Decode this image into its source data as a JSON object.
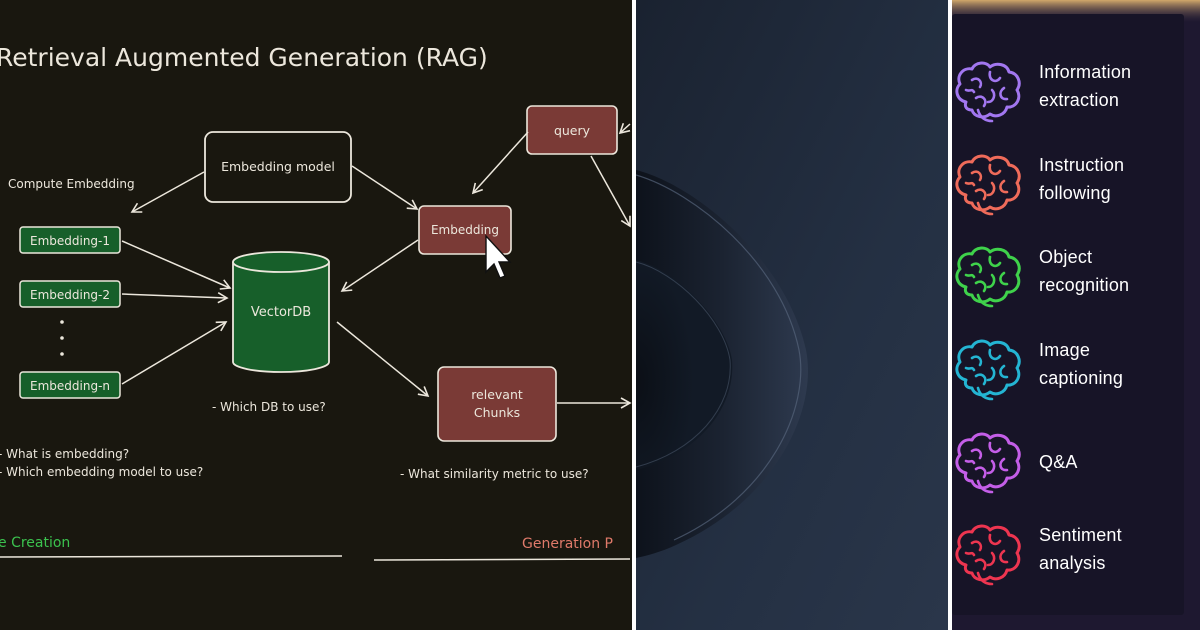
{
  "rag": {
    "title": "Retrieval Augmented Generation (RAG)",
    "compute_label": "Compute Embedding",
    "embedding_model": "Embedding model",
    "query": "query",
    "embedding": "Embedding",
    "embedding_1": "Embedding-1",
    "embedding_2": "Embedding-2",
    "embedding_n": "Embedding-n",
    "vectordb": "VectorDB",
    "relevant_line1": "relevant",
    "relevant_line2": "Chunks",
    "db_note": "- Which DB to use?",
    "q_embedding": "- What is embedding?",
    "q_model": "- Which embedding model to use?",
    "similarity_note": "- What similarity metric to use?",
    "creation_label": "e Creation",
    "generation_label": "Generation P",
    "colors": {
      "background": "#19170f",
      "chalk": "#ece7dc",
      "green": "#175f2a",
      "maroon": "#7a3a36"
    }
  },
  "tasks": {
    "items": [
      {
        "line1": "Information",
        "line2": "extraction",
        "icon": "brain-icon",
        "color": "#a277f0"
      },
      {
        "line1": "Instruction",
        "line2": "following",
        "icon": "brain-icon",
        "color": "#ef6b5a"
      },
      {
        "line1": "Object",
        "line2": "recognition",
        "icon": "brain-icon",
        "color": "#3fd24b"
      },
      {
        "line1": "Image",
        "line2": "captioning",
        "icon": "brain-icon",
        "color": "#24b5d3"
      },
      {
        "line1": "Q&A",
        "line2": "",
        "icon": "brain-icon",
        "color": "#c45ee8"
      },
      {
        "line1": "Sentiment",
        "line2": "analysis",
        "icon": "brain-icon",
        "color": "#ee3550"
      }
    ]
  }
}
